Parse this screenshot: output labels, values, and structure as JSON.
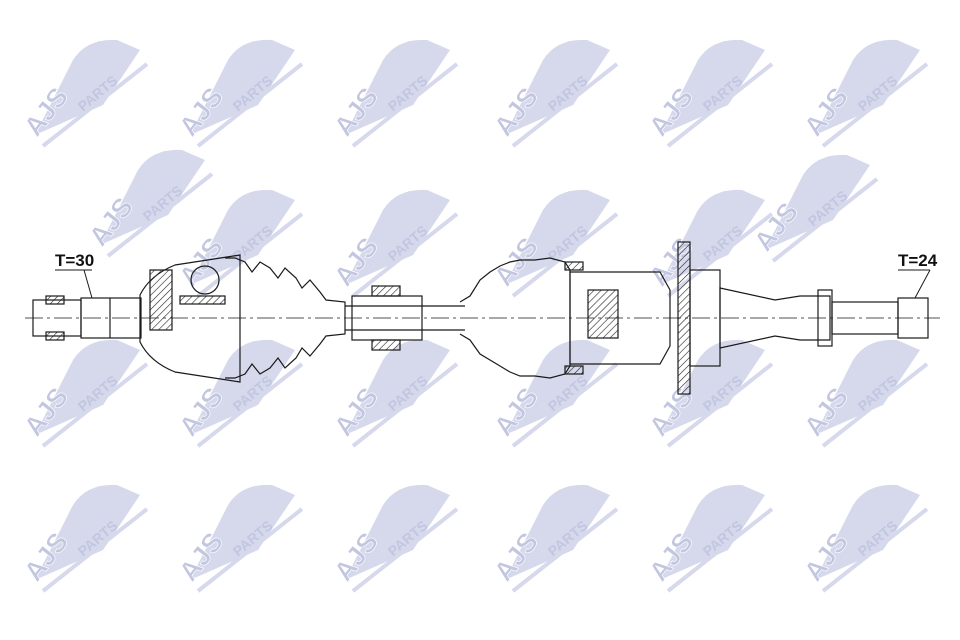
{
  "watermark": {
    "brand": "AJS",
    "suffix": "PARTS",
    "color": "#c9cde4"
  },
  "drawing": {
    "left_end_label": "T=30",
    "right_end_label": "T=24",
    "line_color": "#1a1a1a"
  }
}
